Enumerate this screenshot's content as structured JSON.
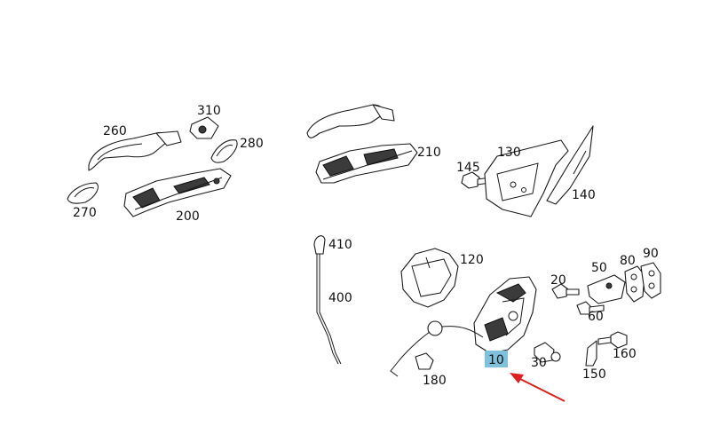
{
  "diagram": {
    "callouts": [
      {
        "id": "260",
        "text": "260"
      },
      {
        "id": "310",
        "text": "310"
      },
      {
        "id": "280",
        "text": "280"
      },
      {
        "id": "270",
        "text": "270"
      },
      {
        "id": "200",
        "text": "200"
      },
      {
        "id": "210",
        "text": "210"
      },
      {
        "id": "145",
        "text": "145"
      },
      {
        "id": "130",
        "text": "130"
      },
      {
        "id": "140",
        "text": "140"
      },
      {
        "id": "410",
        "text": "410"
      },
      {
        "id": "400",
        "text": "400"
      },
      {
        "id": "120",
        "text": "120"
      },
      {
        "id": "20",
        "text": "20"
      },
      {
        "id": "50",
        "text": "50"
      },
      {
        "id": "80",
        "text": "80"
      },
      {
        "id": "90",
        "text": "90"
      },
      {
        "id": "60",
        "text": "60"
      },
      {
        "id": "10",
        "text": "10"
      },
      {
        "id": "30",
        "text": "30"
      },
      {
        "id": "160",
        "text": "160"
      },
      {
        "id": "150",
        "text": "150"
      },
      {
        "id": "180",
        "text": "180"
      }
    ],
    "highlighted_part": "10",
    "colors": {
      "highlight": "#7fc1dc",
      "arrow": "#e02020",
      "line": "#1a1a1a"
    }
  }
}
